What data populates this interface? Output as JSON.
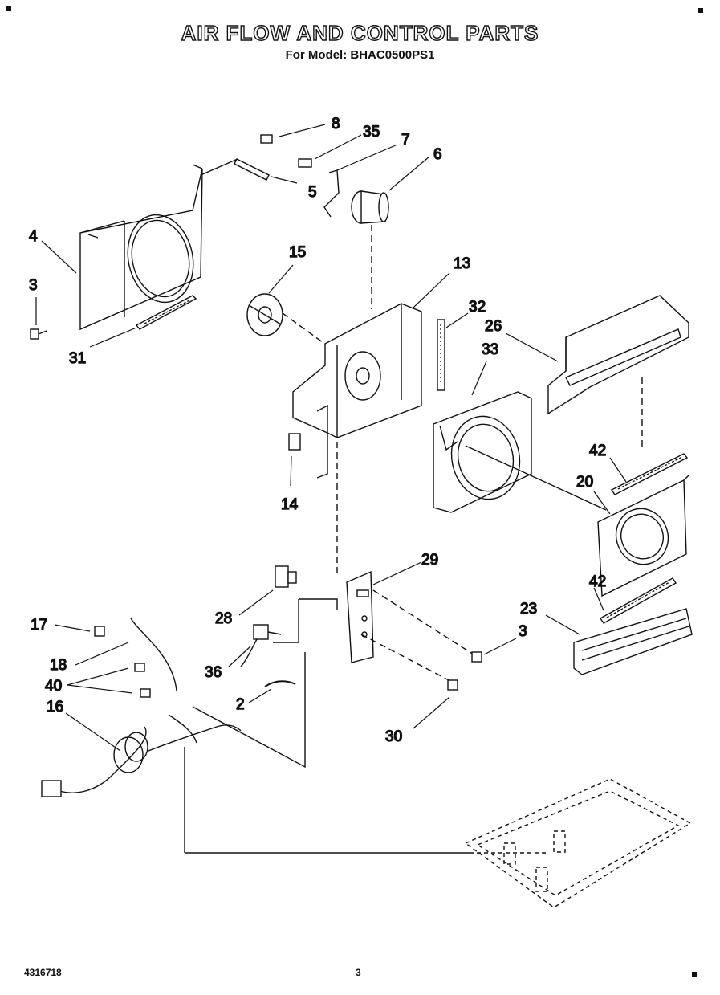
{
  "header": {
    "title": "AIR FLOW AND CONTROL PARTS",
    "subtitle": "For Model: BHAC0500PS1"
  },
  "footer": {
    "part_number": "4316718",
    "page": "3"
  },
  "callouts": [
    "8",
    "35",
    "7",
    "6",
    "5",
    "4",
    "3",
    "31",
    "15",
    "13",
    "32",
    "26",
    "33",
    "14",
    "42",
    "20",
    "29",
    "28",
    "42",
    "23",
    "17",
    "3",
    "18",
    "36",
    "40",
    "2",
    "16",
    "30"
  ]
}
